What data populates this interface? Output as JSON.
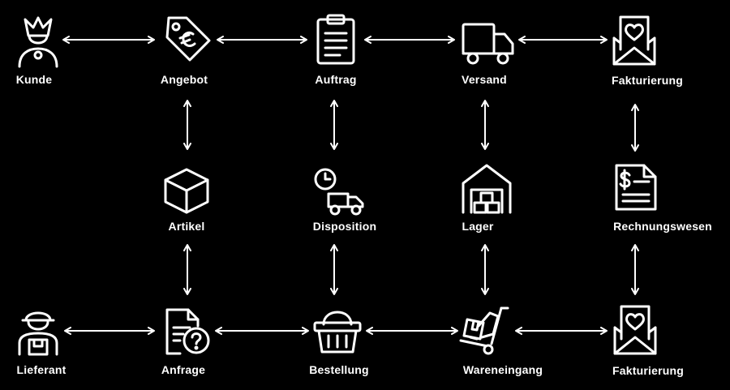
{
  "colors": {
    "background": "#000000",
    "foreground": "#ffffff"
  },
  "nodes": [
    {
      "id": "kunde",
      "label": "Kunde",
      "icon": "customer-crown-icon"
    },
    {
      "id": "angebot",
      "label": "Angebot",
      "icon": "price-tag-euro-icon"
    },
    {
      "id": "auftrag",
      "label": "Auftrag",
      "icon": "clipboard-order-icon"
    },
    {
      "id": "versand",
      "label": "Versand",
      "icon": "delivery-truck-icon"
    },
    {
      "id": "fakturierung-1",
      "label": "Fakturierung",
      "icon": "envelope-heart-icon"
    },
    {
      "id": "artikel",
      "label": "Artikel",
      "icon": "cube-box-icon"
    },
    {
      "id": "disposition",
      "label": "Disposition",
      "icon": "clock-truck-icon"
    },
    {
      "id": "lager",
      "label": "Lager",
      "icon": "warehouse-icon"
    },
    {
      "id": "rechnungswesen",
      "label": "Rechnungswesen",
      "icon": "invoice-dollar-icon"
    },
    {
      "id": "lieferant",
      "label": "Lieferant",
      "icon": "supplier-courier-icon"
    },
    {
      "id": "anfrage",
      "label": "Anfrage",
      "icon": "document-question-icon"
    },
    {
      "id": "bestellung",
      "label": "Bestellung",
      "icon": "shopping-basket-icon"
    },
    {
      "id": "wareneingang",
      "label": "Wareneingang",
      "icon": "hand-truck-icon"
    },
    {
      "id": "fakturierung-2",
      "label": "Fakturierung",
      "icon": "envelope-heart-icon"
    }
  ],
  "edges": [
    {
      "from": "kunde",
      "to": "angebot",
      "direction": "both"
    },
    {
      "from": "angebot",
      "to": "auftrag",
      "direction": "both"
    },
    {
      "from": "auftrag",
      "to": "versand",
      "direction": "both"
    },
    {
      "from": "versand",
      "to": "fakturierung-1",
      "direction": "both"
    },
    {
      "from": "angebot",
      "to": "artikel",
      "direction": "both"
    },
    {
      "from": "auftrag",
      "to": "disposition",
      "direction": "both"
    },
    {
      "from": "versand",
      "to": "lager",
      "direction": "both"
    },
    {
      "from": "fakturierung-1",
      "to": "rechnungswesen",
      "direction": "both"
    },
    {
      "from": "artikel",
      "to": "anfrage",
      "direction": "both"
    },
    {
      "from": "disposition",
      "to": "bestellung",
      "direction": "both"
    },
    {
      "from": "lager",
      "to": "wareneingang",
      "direction": "both"
    },
    {
      "from": "rechnungswesen",
      "to": "fakturierung-2",
      "direction": "both"
    },
    {
      "from": "lieferant",
      "to": "anfrage",
      "direction": "both"
    },
    {
      "from": "anfrage",
      "to": "bestellung",
      "direction": "both"
    },
    {
      "from": "bestellung",
      "to": "wareneingang",
      "direction": "both"
    },
    {
      "from": "wareneingang",
      "to": "fakturierung-2",
      "direction": "both"
    }
  ]
}
